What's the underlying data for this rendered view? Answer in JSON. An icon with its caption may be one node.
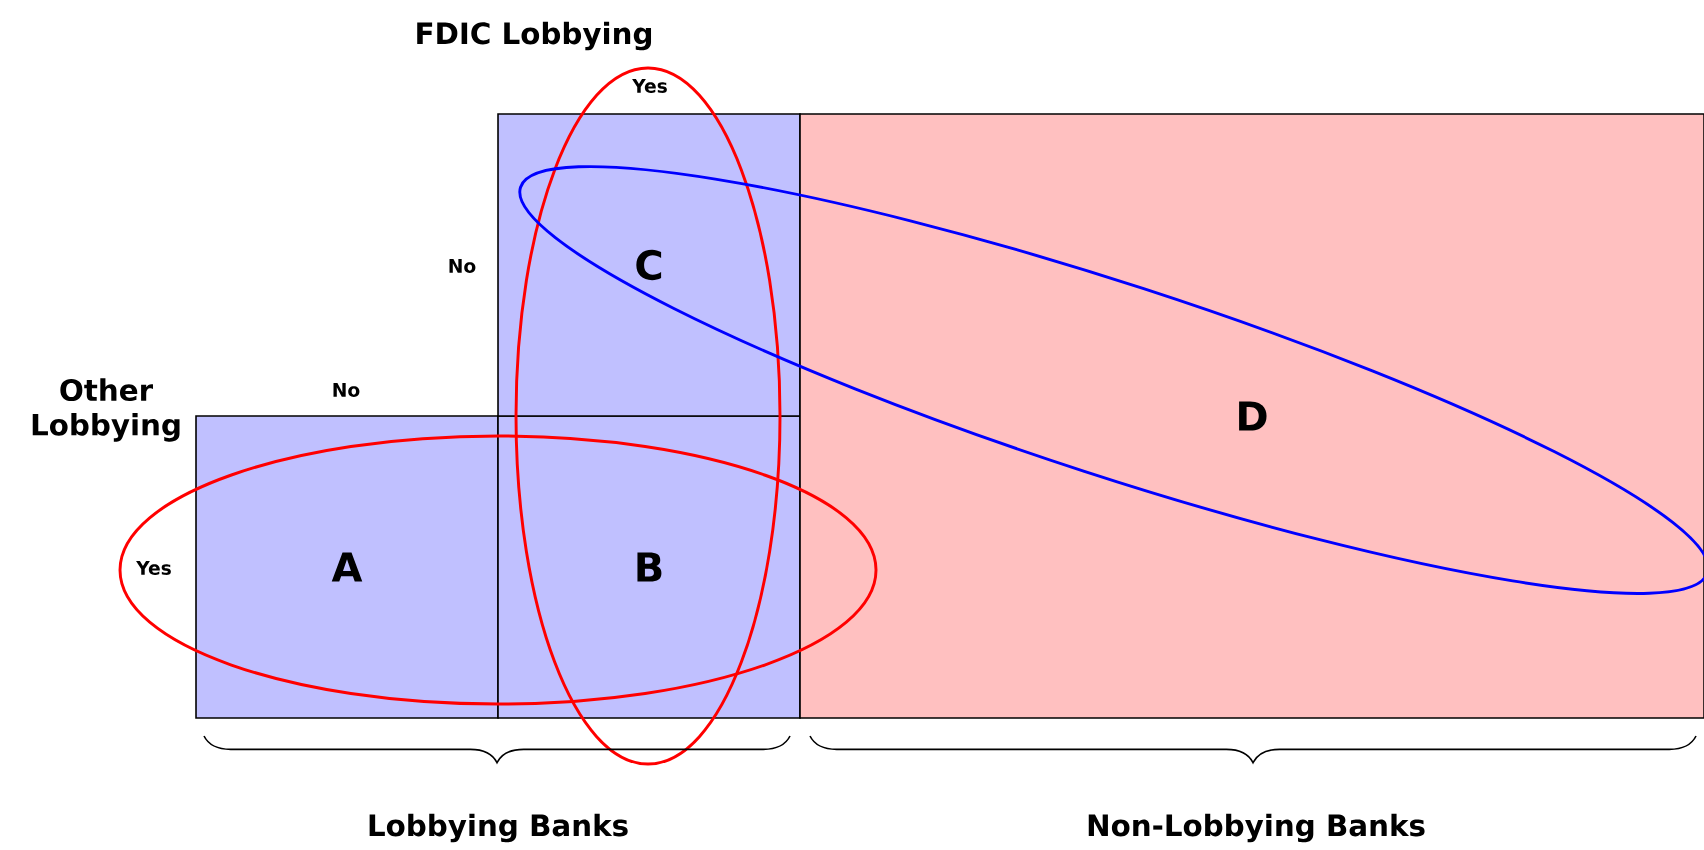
{
  "diagram": {
    "nodes": [
      {
        "text": [
          "A"
        ]
      },
      {
        "text": [
          "B"
        ]
      },
      {
        "text": [
          "C"
        ]
      },
      {
        "text": [
          "D"
        ]
      }
    ],
    "labels": [
      "FDIC Lobbying",
      "Yes",
      "No",
      "Other Lobbying",
      "No",
      "Yes",
      "Lobbying Banks",
      "Non-Lobbying Banks"
    ]
  }
}
